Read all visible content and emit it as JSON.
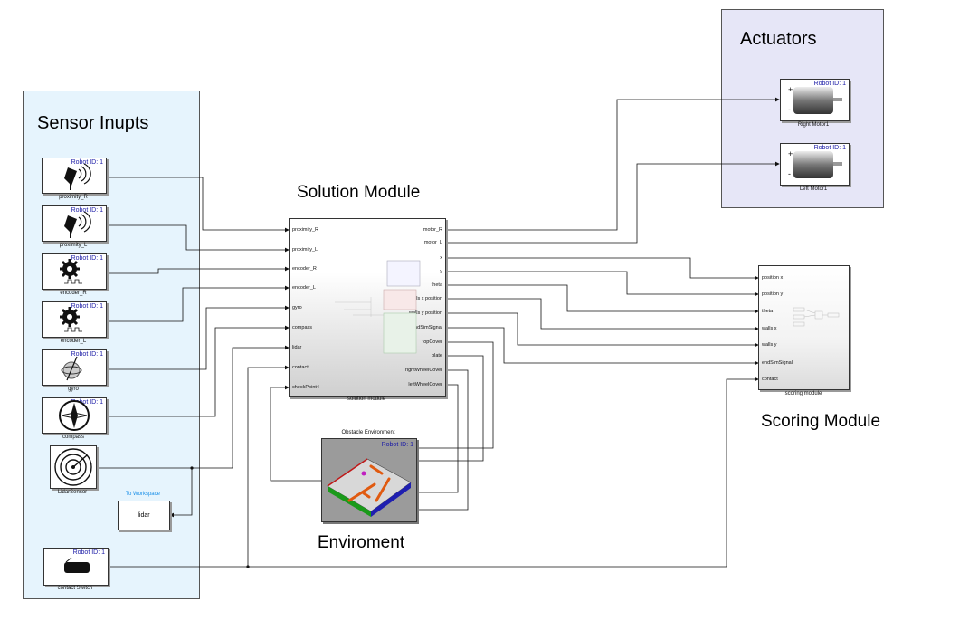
{
  "areas": {
    "sensors_title": "Sensor Inupts",
    "actuators_title": "Actuators"
  },
  "robot_id": "Robot ID: 1",
  "sensors": {
    "proximity_r": "proximity_R",
    "proximity_l": "proximity_L",
    "encoder_r": "encoder_R",
    "encoder_l": "encoder_L",
    "gyro": "gyro",
    "compass": "compass",
    "lidar": "LidarSensor",
    "contact": "contact Switch"
  },
  "actuators": {
    "right_motor": "Right Motor1",
    "left_motor": "Left Motor1"
  },
  "workspace": {
    "caption": "To Workspace",
    "label": "lidar"
  },
  "solution": {
    "title": "Solution Module",
    "caption": "solution module",
    "inputs": [
      "proximity_R",
      "proximity_L",
      "encoder_R",
      "encoder_L",
      "gyro",
      "compass",
      "lidar",
      "contact",
      "checkPoint4"
    ],
    "outputs": [
      "motor_R",
      "motor_L",
      "x",
      "y",
      "theta",
      "walls x position",
      "walls y position",
      "endSimSignal",
      "topCover",
      "plate",
      "rightWheelCover",
      "leftWheelCover"
    ]
  },
  "scoring": {
    "title": "Scoring Module",
    "caption": "scoring module",
    "inputs": [
      "position x",
      "position y",
      "theta",
      "walls x",
      "walls y",
      "endSimSignal",
      "contact"
    ]
  },
  "environment": {
    "caption": "Obstacle Environment",
    "title": "Enviroment"
  },
  "colors": {
    "sensor_area": "#e6f4fd",
    "actuator_area": "#e6e6f7",
    "robot_id": "#1a1aa6",
    "workspace_caption": "#1a8fe8"
  }
}
